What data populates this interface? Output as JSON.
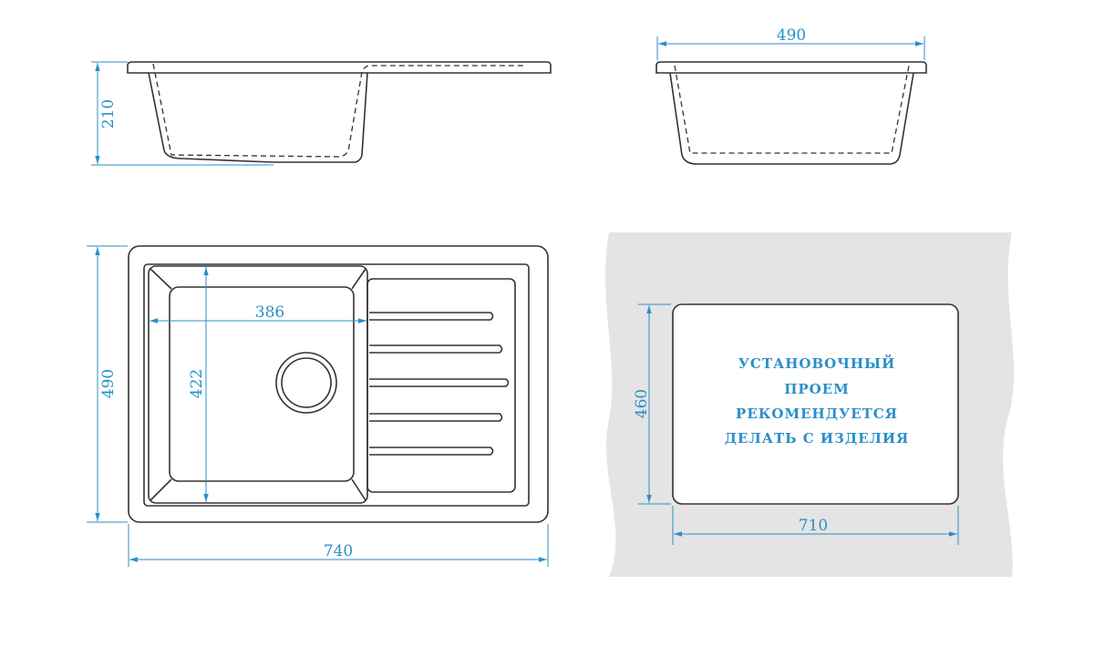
{
  "dimensions": {
    "side_height": "210",
    "front_width": "490",
    "top_depth": "490",
    "top_width": "740",
    "bowl_width": "386",
    "bowl_depth": "422",
    "cutout_depth": "460",
    "cutout_width": "710"
  },
  "note": {
    "line1": "Установочный",
    "line2": "проем",
    "line3": "рекомендуется",
    "line4": "делать с изделия"
  },
  "colors": {
    "dimension": "#2a8fc8",
    "countertop": "#e4e4e4",
    "outline": "#333333"
  }
}
